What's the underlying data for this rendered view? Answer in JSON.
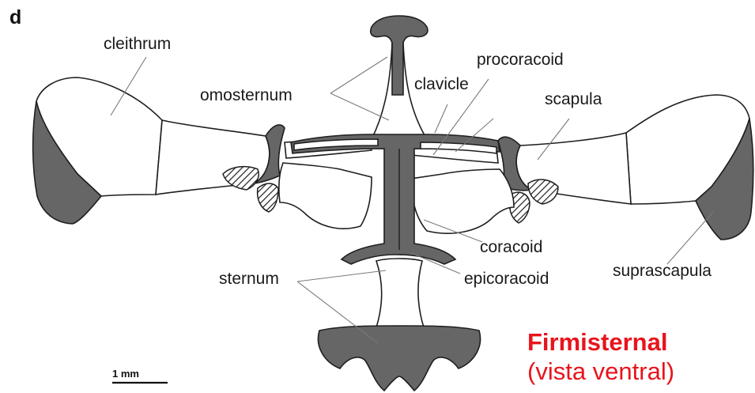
{
  "panel_letter": "d",
  "labels": {
    "cleithrum": "cleithrum",
    "omosternum": "omosternum",
    "procoracoid": "procoracoid",
    "clavicle": "clavicle",
    "scapula": "scapula",
    "coracoid": "coracoid",
    "epicoracoid": "epicoracoid",
    "sternum": "sternum",
    "suprascapula": "suprascapula"
  },
  "scale_bar": {
    "label": "1 mm"
  },
  "caption": {
    "title": "Firmisternal",
    "subtitle": "(vista ventral)",
    "color": "#e8141c"
  },
  "colors": {
    "bone_fill": "#ffffff",
    "cartilage_fill": "#666666",
    "outline": "#1e1e1e"
  }
}
